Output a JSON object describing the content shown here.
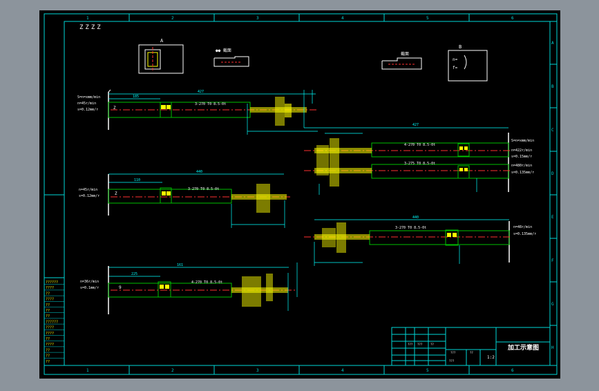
{
  "colors": {
    "backdrop": "#8c949c",
    "paper": "#000000",
    "frame": "#00d8d8",
    "text": "#ffffff",
    "part": "#00c000",
    "center": "#ff3030",
    "tool": "#ffff00",
    "chuck": "#b0b000",
    "dim": "#00ffff"
  },
  "border": {
    "columns": [
      "1",
      "2",
      "3",
      "4",
      "5",
      "6"
    ],
    "rows": [
      "A",
      "B",
      "C",
      "D",
      "E",
      "F",
      "G",
      "H"
    ]
  },
  "top_left_marks": "ZZZZ",
  "views": {
    "a_label": "A",
    "b_label": "B",
    "b_note_1": "n=",
    "b_note_2": "f=",
    "detail_left_label": "●● 截面",
    "detail_right_label": "截面"
  },
  "ops": {
    "op1": {
      "params": [
        "S=n=xmm/min",
        "n=45r/min",
        "s=0.12mm/r"
      ],
      "total": "427",
      "seg_len": "185",
      "thread": "3-270 T0 8.5-0t",
      "chuck": "Z"
    },
    "op2": {
      "params": [
        "n=45r/min",
        "s=0.12mm/r"
      ],
      "total": "440",
      "seg_len": "110",
      "thread": "3-270 T0 8.5-0t",
      "chuck": "Z"
    },
    "op3": {
      "params": [
        "n=36r/min",
        "s=0.1mm/r"
      ],
      "total": "161",
      "seg_len": "225",
      "thread": "4-270 T0 8.5-0t",
      "chuck": "9"
    },
    "op4": {
      "params": [
        "S=n=xmm/min",
        "n=422r/min",
        "s=0.15mm/r",
        "n=480r/min",
        "s=0.135mm/r"
      ],
      "total": "427",
      "thread_1": "4-270 T0 8.5-0t",
      "thread_2": "3-275 T0 8.5-0t"
    },
    "op5": {
      "params": [
        "n=48r/min",
        "s=0.135mm/r"
      ],
      "thread": "3-270 T0 8.5-0t",
      "total": "440"
    }
  },
  "stamps": [
    "??????",
    "????",
    "??",
    "????",
    "??",
    "??",
    "??",
    "??????",
    "????",
    "????",
    "??",
    "????",
    "??",
    "??",
    "??"
  ],
  "title_block": {
    "title": "加工示意图",
    "scale": "1:2",
    "small_labels": [
      "???",
      "???",
      "??",
      "???",
      "??",
      "???"
    ]
  }
}
